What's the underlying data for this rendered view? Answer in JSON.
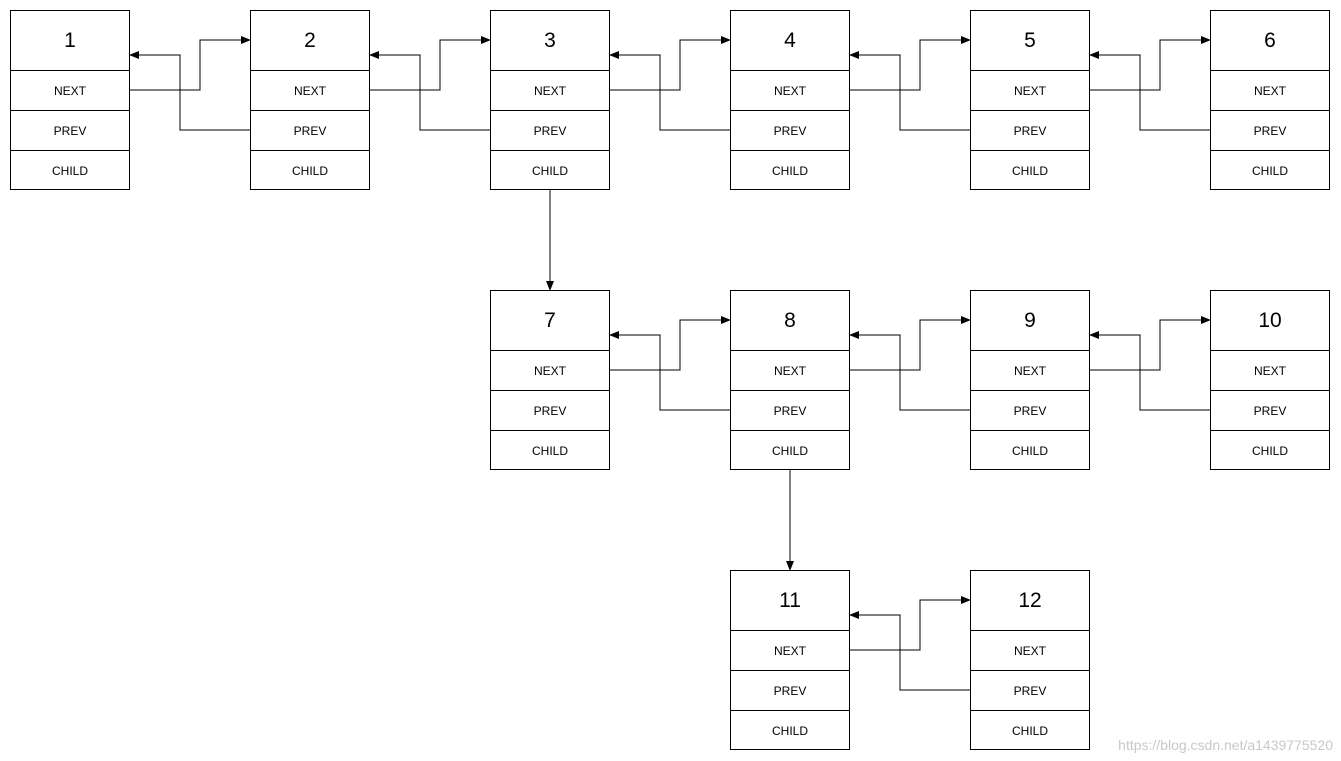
{
  "nodes": [
    {
      "value": "1",
      "next": "NEXT",
      "prev": "PREV",
      "child": "CHILD"
    },
    {
      "value": "2",
      "next": "NEXT",
      "prev": "PREV",
      "child": "CHILD"
    },
    {
      "value": "3",
      "next": "NEXT",
      "prev": "PREV",
      "child": "CHILD"
    },
    {
      "value": "4",
      "next": "NEXT",
      "prev": "PREV",
      "child": "CHILD"
    },
    {
      "value": "5",
      "next": "NEXT",
      "prev": "PREV",
      "child": "CHILD"
    },
    {
      "value": "6",
      "next": "NEXT",
      "prev": "PREV",
      "child": "CHILD"
    },
    {
      "value": "7",
      "next": "NEXT",
      "prev": "PREV",
      "child": "CHILD"
    },
    {
      "value": "8",
      "next": "NEXT",
      "prev": "PREV",
      "child": "CHILD"
    },
    {
      "value": "9",
      "next": "NEXT",
      "prev": "PREV",
      "child": "CHILD"
    },
    {
      "value": "10",
      "next": "NEXT",
      "prev": "PREV",
      "child": "CHILD"
    },
    {
      "value": "11",
      "next": "NEXT",
      "prev": "PREV",
      "child": "CHILD"
    },
    {
      "value": "12",
      "next": "NEXT",
      "prev": "PREV",
      "child": "CHILD"
    }
  ],
  "links": {
    "next": [
      [
        "1",
        "2"
      ],
      [
        "2",
        "3"
      ],
      [
        "3",
        "4"
      ],
      [
        "4",
        "5"
      ],
      [
        "5",
        "6"
      ],
      [
        "7",
        "8"
      ],
      [
        "8",
        "9"
      ],
      [
        "9",
        "10"
      ],
      [
        "11",
        "12"
      ]
    ],
    "prev": [
      [
        "2",
        "1"
      ],
      [
        "3",
        "2"
      ],
      [
        "4",
        "3"
      ],
      [
        "5",
        "4"
      ],
      [
        "6",
        "5"
      ],
      [
        "8",
        "7"
      ],
      [
        "9",
        "8"
      ],
      [
        "10",
        "9"
      ],
      [
        "12",
        "11"
      ]
    ],
    "child": [
      [
        "3",
        "7"
      ],
      [
        "8",
        "11"
      ]
    ]
  },
  "colors": {
    "line": "#000000",
    "box": "#000000",
    "background": "#ffffff",
    "watermark": "#c8c8c8"
  },
  "watermark": "https://blog.csdn.net/a1439775520"
}
